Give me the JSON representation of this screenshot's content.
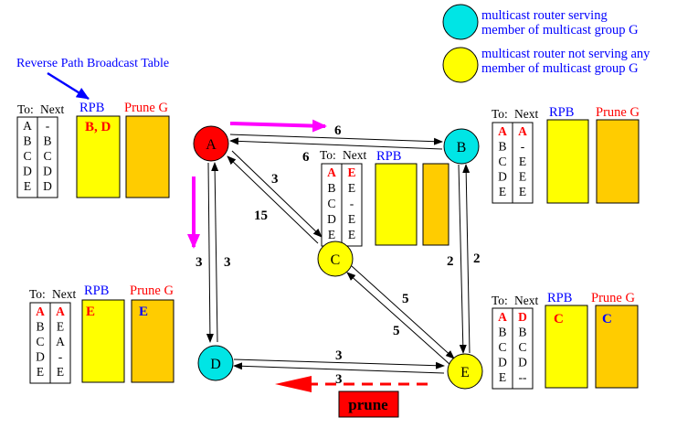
{
  "legend": {
    "serving": "multicast router serving\nmember of multicast group G",
    "not_serving": "multicast router not serving any\n member of multicast group G"
  },
  "rpb_caption": "Reverse Path Broadcast Table",
  "prune_label": "prune",
  "colors": {
    "serving": "#00e5e5",
    "not_serving": "#ffff00",
    "source": "#ff0000",
    "rpb_fill": "#ffff00",
    "prune_fill": "#ffcc00",
    "blue_text": "#0000ff",
    "red_text": "#ff0000",
    "magenta": "#ff00ff"
  },
  "nodes": [
    {
      "id": "A",
      "kind": "source"
    },
    {
      "id": "B",
      "kind": "serving"
    },
    {
      "id": "C",
      "kind": "not_serving"
    },
    {
      "id": "D",
      "kind": "serving"
    },
    {
      "id": "E",
      "kind": "not_serving"
    }
  ],
  "edge_weights": {
    "ab_top": "6",
    "ab_bottom": "6",
    "ac_right": "3",
    "ac_left": "15",
    "ad_left": "3",
    "ad_right": "3",
    "be_left": "2",
    "be_right": "2",
    "ce_top": "5",
    "ce_bottom": "5",
    "de_top": "3",
    "de_bottom": "3"
  },
  "tables": {
    "A": {
      "to_label": "To:",
      "next_label": "Next",
      "rpb_label": "RPB",
      "prune_label": "Prune G",
      "to": [
        "A",
        "B",
        "C",
        "D",
        "E"
      ],
      "next": [
        "-",
        "B",
        "C",
        "D",
        "D"
      ],
      "to_red_first": false,
      "next_red_first": false,
      "rpb_value": "B, D",
      "prune_value": ""
    },
    "B": {
      "to_label": "To:",
      "next_label": "Next",
      "rpb_label": "RPB",
      "prune_label": "Prune G",
      "to": [
        "A",
        "B",
        "C",
        "D",
        "E"
      ],
      "next": [
        "A",
        "-",
        "E",
        "E",
        "E"
      ],
      "to_red_first": true,
      "next_red_first": true,
      "rpb_value": "",
      "prune_value": ""
    },
    "C": {
      "to_label": "To:",
      "next_label": "Next",
      "rpb_label": "RPB",
      "prune_label": "",
      "to": [
        "A",
        "B",
        "C",
        "D",
        "E"
      ],
      "next": [
        "E",
        "E",
        "-",
        "E",
        "E"
      ],
      "to_red_first": true,
      "next_red_first": true,
      "rpb_value": "",
      "prune_value": ""
    },
    "D": {
      "to_label": "To:",
      "next_label": "Next",
      "rpb_label": "RPB",
      "prune_label": "Prune G",
      "to": [
        "A",
        "B",
        "C",
        "D",
        "E"
      ],
      "next": [
        "A",
        "E",
        "A",
        "-",
        "E"
      ],
      "to_red_first": true,
      "next_red_first": true,
      "rpb_value": "E",
      "prune_value": "E"
    },
    "E": {
      "to_label": "To:",
      "next_label": "Next",
      "rpb_label": "RPB",
      "prune_label": "Prune G",
      "to": [
        "A",
        "B",
        "C",
        "D",
        "E"
      ],
      "next": [
        "D",
        "B",
        "C",
        "D",
        "--"
      ],
      "to_red_first": true,
      "next_red_first": true,
      "rpb_value": "C",
      "prune_value": "C"
    }
  }
}
